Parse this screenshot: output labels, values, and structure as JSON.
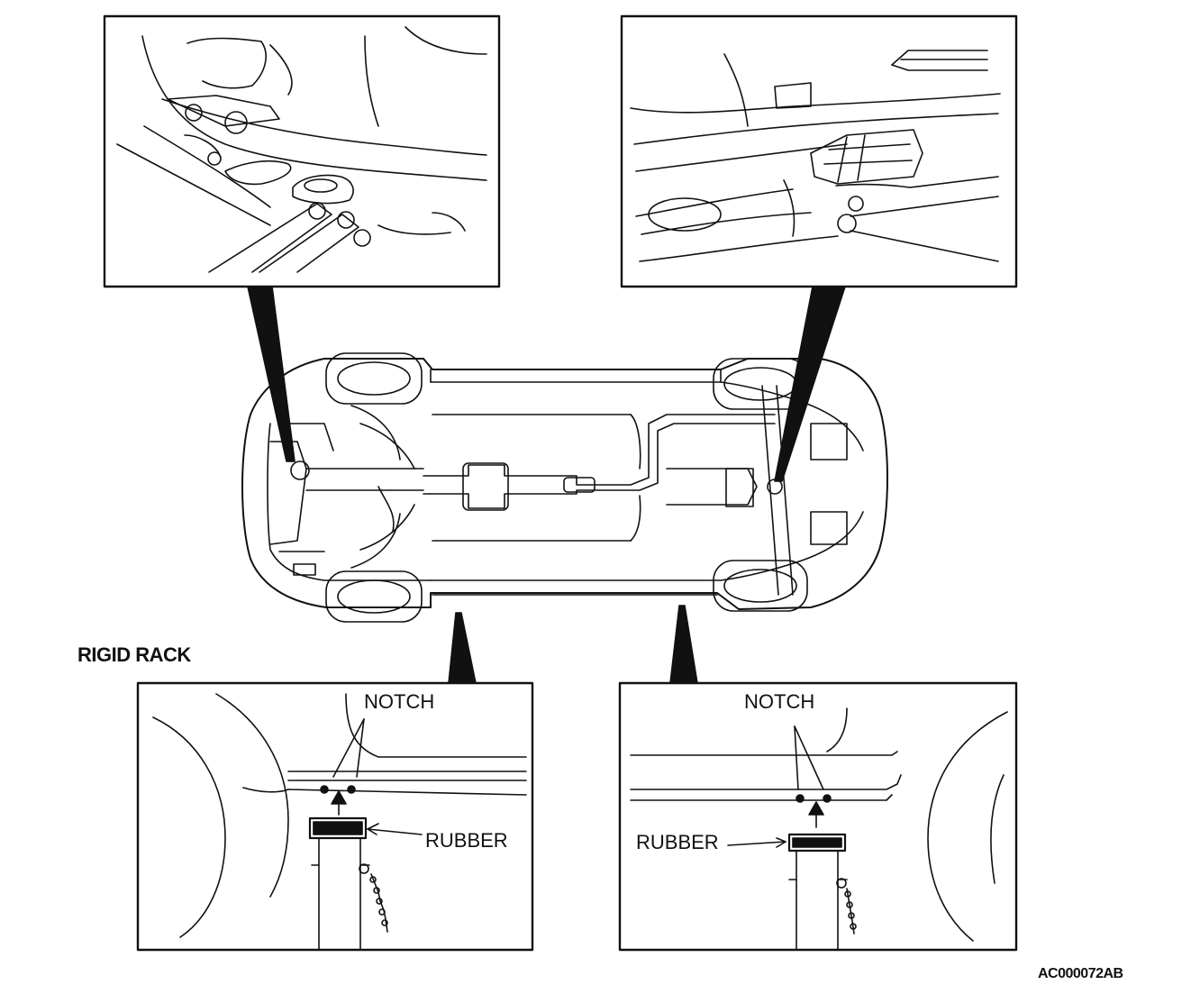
{
  "labels": {
    "section_title": "RIGID RACK",
    "notch_left": "NOTCH",
    "notch_right": "NOTCH",
    "rubber_left": "RUBBER",
    "rubber_right": "RUBBER",
    "figure_code": "AC000072AB"
  },
  "colors": {
    "line": "#111111",
    "background": "#ffffff"
  }
}
